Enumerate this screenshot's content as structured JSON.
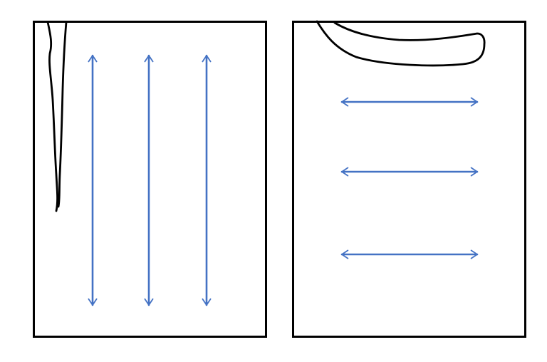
{
  "colors": {
    "background": "#ffffff",
    "outline": "#000000",
    "arrow": "#4472c4"
  },
  "panels": [
    {
      "name": "left-panel",
      "arrow_direction": "vertical",
      "arrow_count": 3,
      "cut_shape": "slit"
    },
    {
      "name": "right-panel",
      "arrow_direction": "horizontal",
      "arrow_count": 3,
      "cut_shape": "neck-curve"
    }
  ]
}
